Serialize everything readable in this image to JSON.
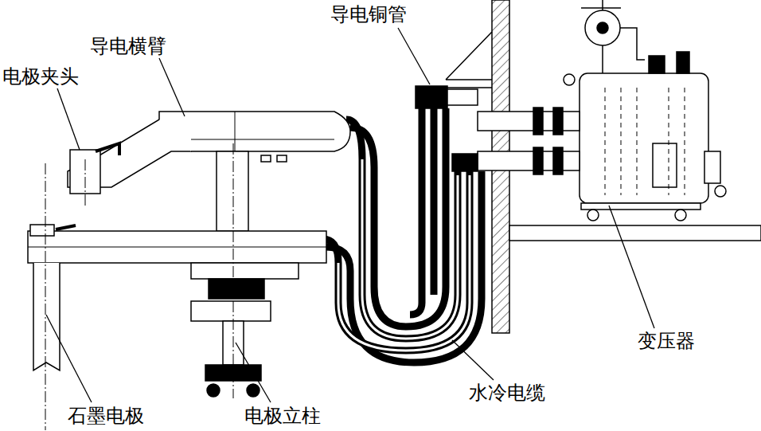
{
  "diagram": {
    "labels": [
      "导电铜管",
      "导电横臂",
      "电极夹头",
      "变压器",
      "水冷电缆",
      "石墨电极",
      "电极立柱"
    ]
  }
}
